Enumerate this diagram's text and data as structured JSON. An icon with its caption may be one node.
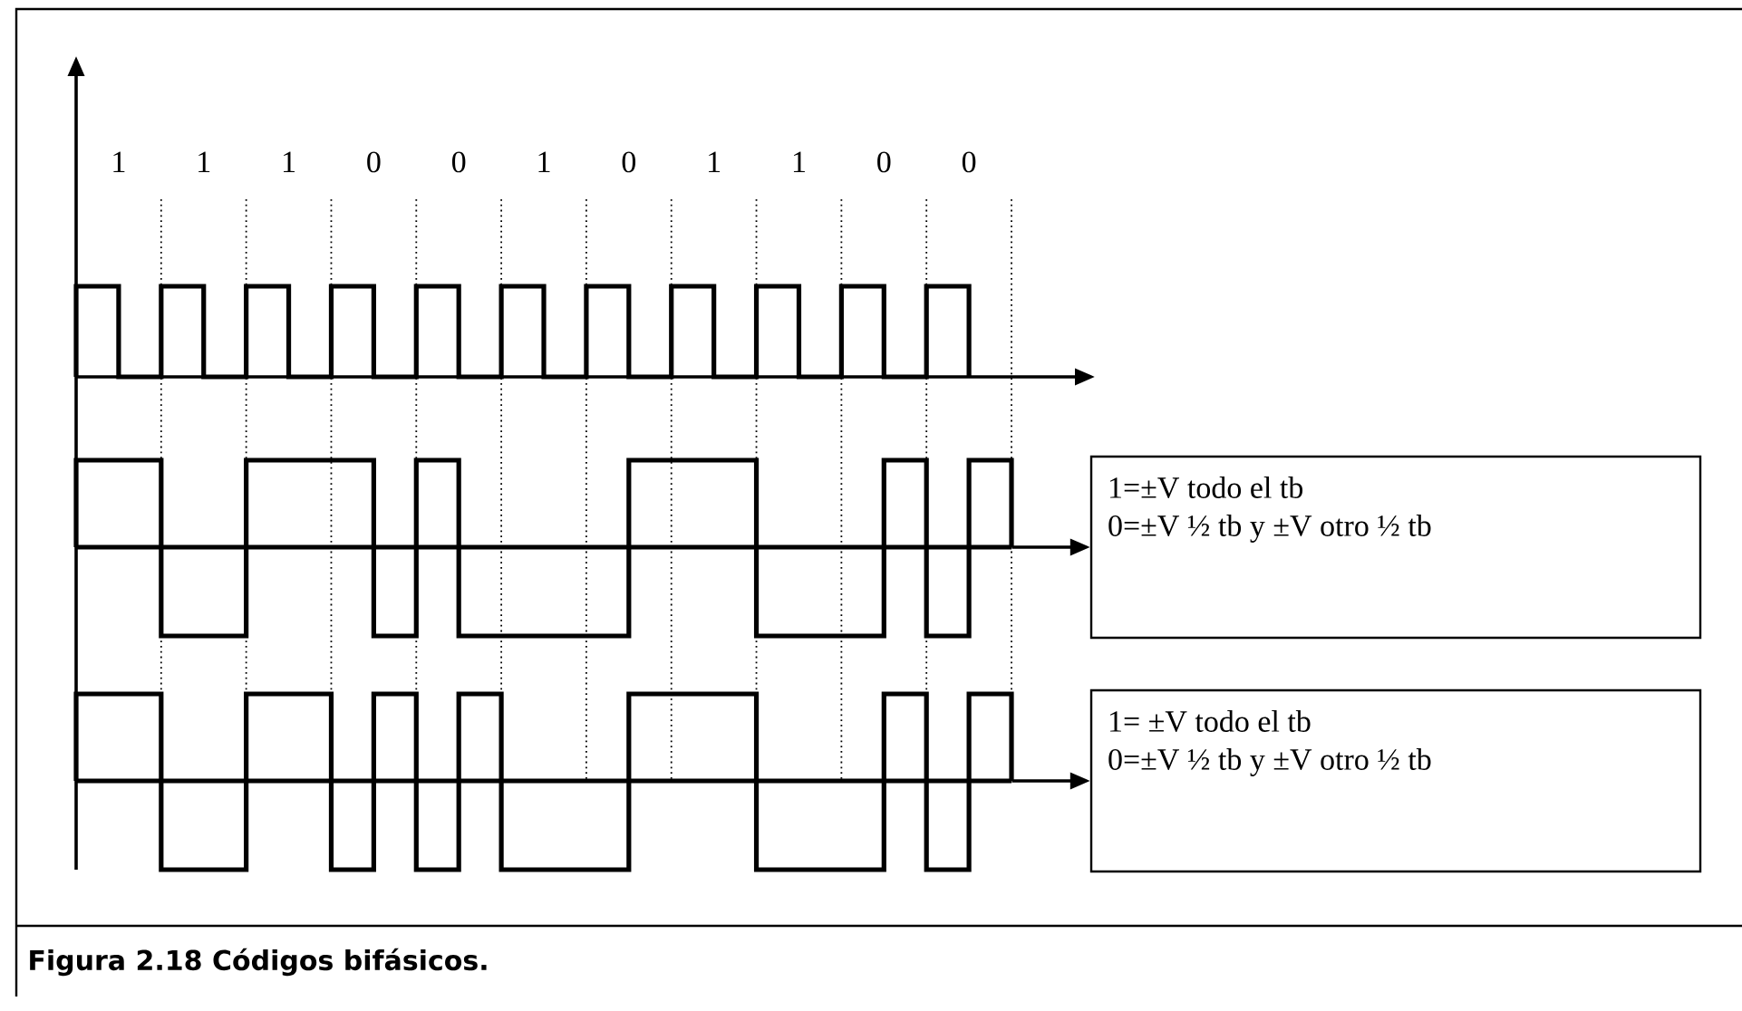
{
  "diagram": {
    "caption": "Figura 2.18 Códigos bifásicos.",
    "nodes": [
      {
        "text": [],
        "shape": "waveform"
      },
      {
        "text": [
          "1=±V todo el tb",
          "0=±V ½ tb y ±V otro ½ tb"
        ]
      },
      {
        "text": [],
        "shape": "waveform"
      },
      {
        "text": [
          "1= ±V todo el tb",
          "0=±V ½ tb y ±V otro ½ tb"
        ]
      }
    ],
    "edges": [
      {
        "from": 0,
        "to": 1,
        "arrow": "to"
      },
      {
        "from": 2,
        "to": 3,
        "arrow": "to"
      }
    ],
    "labels": [
      "1",
      "1",
      "1",
      "0",
      "0",
      "1",
      "0",
      "1",
      "1",
      "0",
      "0"
    ]
  }
}
